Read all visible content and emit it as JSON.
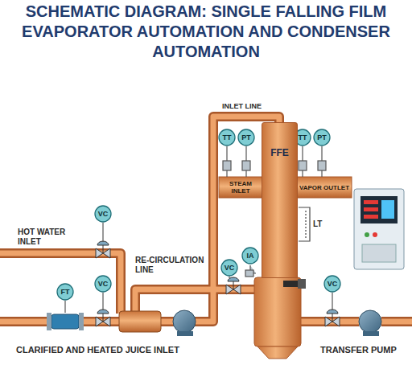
{
  "diagram": {
    "title": "SCHEMATIC DIAGRAM: SINGLE FALLING FILM EVAPORATOR AUTOMATION AND CONDENSER AUTOMATION",
    "nodes": [
      {
        "text": [
          "TT"
        ]
      },
      {
        "text": [
          "PT"
        ]
      },
      {
        "text": [
          "TT"
        ]
      },
      {
        "text": [
          "PT"
        ]
      },
      {
        "text": [
          "FFE"
        ]
      },
      {
        "text": [
          "VC"
        ]
      },
      {
        "text": [
          "IA"
        ]
      },
      {
        "text": [
          "VC"
        ]
      },
      {
        "text": [
          "VC"
        ]
      },
      {
        "text": [
          "VC"
        ]
      },
      {
        "text": [
          "FT"
        ]
      }
    ],
    "labels": [
      "INLET LINE",
      "STEAM INLET",
      "VAPOR OUTLET",
      "LT",
      "HOT WATER INLET",
      "RE-CIRCULATION LINE",
      "CLARIFIED AND HEATED JUICE INLET",
      "TRANSFER PUMP"
    ]
  }
}
